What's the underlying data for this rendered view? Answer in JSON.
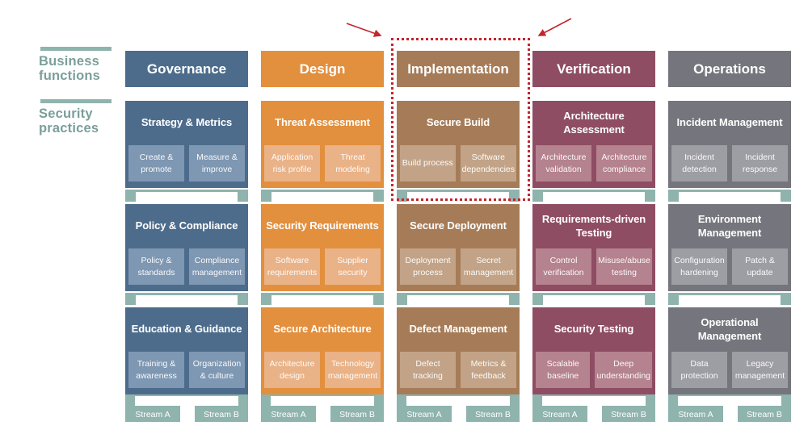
{
  "palette": {
    "teal": "#8fb3ad",
    "label_text": "#7a9f9b",
    "annotation_red": "#c2262e",
    "background": "#ffffff"
  },
  "left_labels": {
    "business_functions": "Business functions",
    "security_practices": "Security practices"
  },
  "stream_labels": [
    "Stream A",
    "Stream B"
  ],
  "columns": [
    {
      "id": "governance",
      "label": "Governance",
      "color": "#4d6c8c",
      "light": "#7e97b2",
      "practices": [
        {
          "title": "Strategy & Metrics",
          "activities": [
            "Create & promote",
            "Measure & improve"
          ]
        },
        {
          "title": "Policy & Compliance",
          "activities": [
            "Policy & standards",
            "Compliance management"
          ]
        },
        {
          "title": "Education & Guidance",
          "activities": [
            "Training & awareness",
            "Organization & culture"
          ]
        }
      ]
    },
    {
      "id": "design",
      "label": "Design",
      "color": "#e28f3e",
      "light": "#e9b287",
      "practices": [
        {
          "title": "Threat Assessment",
          "activities": [
            "Application risk profile",
            "Threat modeling"
          ]
        },
        {
          "title": "Security Requirements",
          "activities": [
            "Software requirements",
            "Supplier security"
          ]
        },
        {
          "title": "Secure Architecture",
          "activities": [
            "Architecture design",
            "Technology management"
          ]
        }
      ]
    },
    {
      "id": "implementation",
      "label": "Implementation",
      "color": "#a67c58",
      "light": "#c2a387",
      "highlighted": true,
      "practices": [
        {
          "title": "Secure Build",
          "activities": [
            "Build process",
            "Software dependencies"
          ]
        },
        {
          "title": "Secure Deployment",
          "activities": [
            "Deployment process",
            "Secret management"
          ]
        },
        {
          "title": "Defect Management",
          "activities": [
            "Defect tracking",
            "Metrics & feedback"
          ]
        }
      ]
    },
    {
      "id": "verification",
      "label": "Verification",
      "color": "#8e4d63",
      "light": "#b5828f",
      "practices": [
        {
          "title": "Architecture Assessment",
          "activities": [
            "Architecture validation",
            "Architecture compliance"
          ]
        },
        {
          "title": "Requirements-driven Testing",
          "activities": [
            "Control verification",
            "Misuse/abuse testing"
          ]
        },
        {
          "title": "Security Testing",
          "activities": [
            "Scalable baseline",
            "Deep understanding"
          ]
        }
      ]
    },
    {
      "id": "operations",
      "label": "Operations",
      "color": "#75757d",
      "light": "#9d9da4",
      "practices": [
        {
          "title": "Incident Management",
          "activities": [
            "Incident detection",
            "Incident response"
          ]
        },
        {
          "title": "Environment Management",
          "activities": [
            "Configuration hardening",
            "Patch & update"
          ]
        },
        {
          "title": "Operational Management",
          "activities": [
            "Data protection",
            "Legacy management"
          ]
        }
      ]
    }
  ],
  "annotation": {
    "type": "dotted-highlight-box",
    "highlights": "implementation-secure-build"
  }
}
